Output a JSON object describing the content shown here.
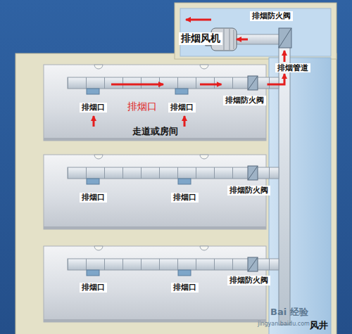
{
  "diagram": {
    "nodes": [
      {
        "text": [
          "排烟防火阀"
        ]
      },
      {
        "text": [
          "排烟风机"
        ]
      },
      {
        "text": [
          "排烟管道"
        ]
      },
      {
        "text": [
          "走道或房间"
        ]
      },
      {
        "text": [
          "排烟口"
        ],
        "in": 3
      },
      {
        "text": [
          "排烟口"
        ],
        "in": 3
      },
      {
        "text": [
          "排烟防火阀"
        ],
        "in": 3
      },
      {
        "text": [
          "排烟口"
        ]
      },
      {
        "text": [
          "排烟口"
        ]
      },
      {
        "text": [
          "排烟防火阀"
        ]
      },
      {
        "text": [
          "排烟口"
        ]
      },
      {
        "text": [
          "排烟口"
        ]
      },
      {
        "text": [
          "排烟防火阀"
        ]
      }
    ],
    "edges": [
      {
        "from": 4,
        "to": 5,
        "arrow": "to"
      },
      {
        "from": 5,
        "to": 6,
        "arrow": "to"
      },
      {
        "from": 6,
        "to": 2,
        "arrow": "to"
      },
      {
        "from": 2,
        "to": 0,
        "arrow": "to"
      },
      {
        "from": 0,
        "to": 1,
        "arrow": "to"
      }
    ],
    "labels": [
      "排烟口",
      "风井",
      "Bai",
      "经验",
      "jingyan.baidu.com"
    ]
  }
}
